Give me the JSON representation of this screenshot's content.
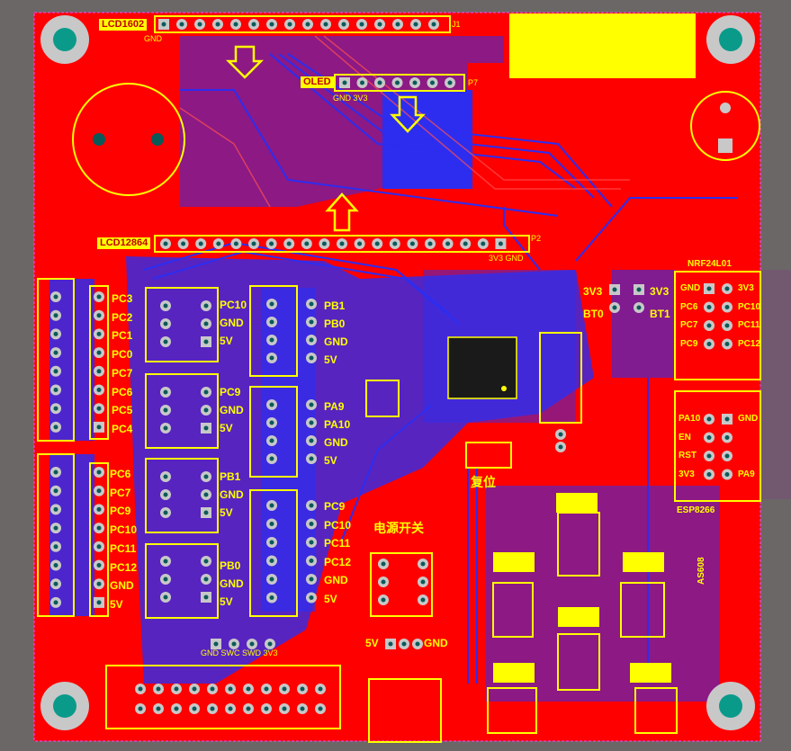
{
  "colors": {
    "background": "#6b6766",
    "board": "#ff0000",
    "bottom_copper": "#2d2df0",
    "silk": "#ffff00",
    "pad": "#c8c8c8",
    "hole": "#0a9a8a"
  },
  "connectors": {
    "lcd1602": {
      "name": "LCD1602",
      "gnd": "GND",
      "ref": "J1"
    },
    "oled": {
      "name": "OLED",
      "pins": "GND 3V3",
      "ref": "P7"
    },
    "lcd12864": {
      "name": "LCD12864",
      "pins": "3V3 GND",
      "ref": "P2"
    },
    "nrf24l01": {
      "name": "NRF24L01",
      "left": [
        "GND",
        "PC6",
        "PC7",
        "PC9"
      ],
      "right": [
        "3V3",
        "PC10",
        "PC11",
        "PC12"
      ]
    },
    "esp8266": {
      "name": "ESP8266",
      "left": [
        "PA10",
        "EN",
        "RST",
        "3V3"
      ],
      "right": [
        "GND",
        "",
        "",
        "PA9"
      ]
    },
    "as608": {
      "name": "AS608"
    },
    "swd": {
      "pins": "GND SWC SWD 3V3"
    },
    "power": {
      "v5": "5V",
      "gnd": "GND"
    }
  },
  "headers": {
    "p22": [
      "PC3",
      "PC2",
      "PC1",
      "PC0",
      "PC7",
      "PC6",
      "PC5",
      "PC4"
    ],
    "p24": [
      "PC6",
      "PC7",
      "PC9",
      "PC10",
      "PC11",
      "PC12",
      "GND",
      "5V"
    ],
    "mid1": [
      "PC10",
      "GND",
      "5V"
    ],
    "mid2": [
      "PC9",
      "GND",
      "5V"
    ],
    "mid3": [
      "PB1",
      "GND",
      "5V"
    ],
    "mid4": [
      "PB0",
      "GND",
      "5V"
    ],
    "right1": [
      "PB1",
      "PB0",
      "GND",
      "5V"
    ],
    "right2": [
      "PA9",
      "PA10",
      "GND",
      "5V"
    ],
    "right3": [
      "PC9",
      "PC10",
      "PC11",
      "PC12",
      "GND",
      "5V"
    ]
  },
  "jumpers": {
    "bt0": "BT0",
    "bt1": "BT1",
    "v3a": "3V3",
    "v3b": "3V3"
  },
  "labels": {
    "reset": "复位",
    "power_switch": "电源开关"
  }
}
